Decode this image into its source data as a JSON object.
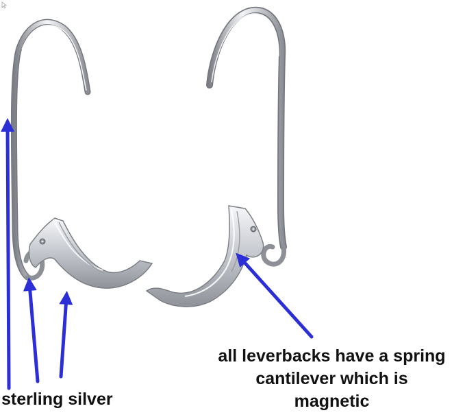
{
  "annotations": {
    "left_label": "sterling silver",
    "right_label_lines": [
      "all leverbacks have a spring",
      "cantilever which is",
      "magnetic"
    ]
  },
  "colors": {
    "arrow": "#2c2fd6",
    "metal_dark": "#7c7f86",
    "metal_mid": "#b9bcc2",
    "metal_light": "#eef0f3",
    "background": "#ffffff"
  },
  "icons": {
    "cursor": "arrow-cursor-icon"
  }
}
